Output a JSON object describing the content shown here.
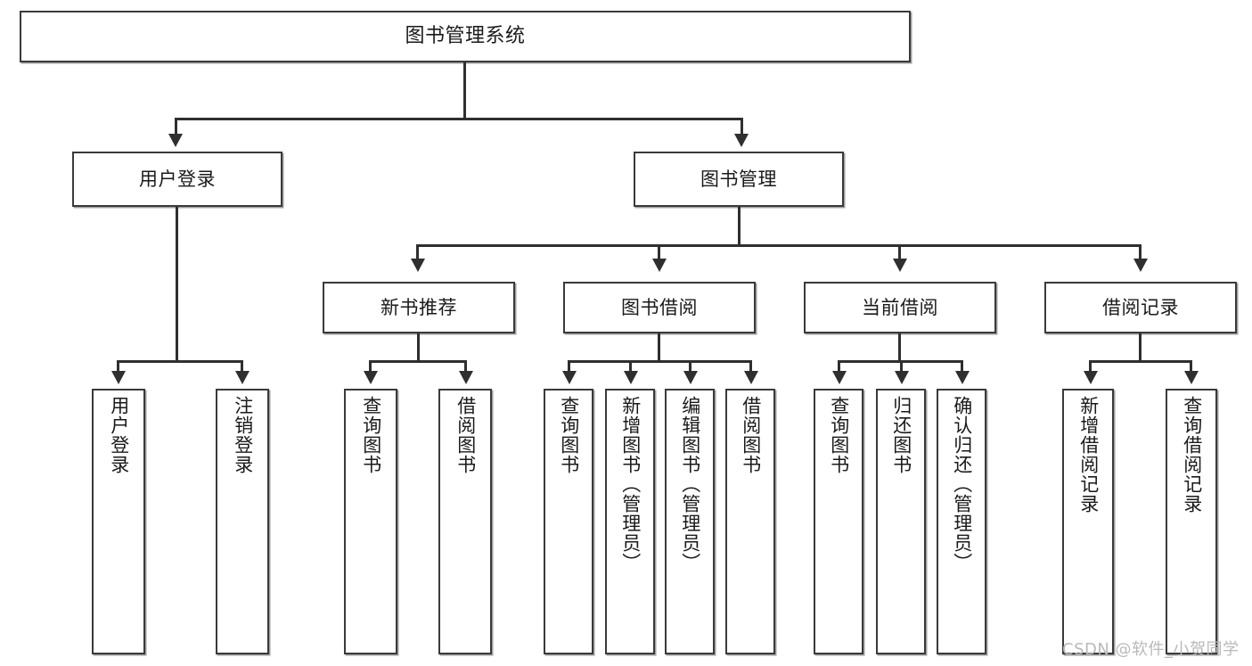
{
  "diagram": {
    "title": "图书管理系统",
    "type": "functional-structure-tree",
    "watermark": "CSDN @软件_小贺同学",
    "accent_color": "#3a3a3a",
    "line_color": "#2f2f2f",
    "background_color": "#ffffff"
  },
  "nodes": {
    "root": {
      "label": "图书管理系统"
    },
    "level2": [
      {
        "label": "用户登录"
      },
      {
        "label": "图书管理"
      }
    ],
    "level3": [
      {
        "label": "新书推荐"
      },
      {
        "label": "图书借阅"
      },
      {
        "label": "当前借阅"
      },
      {
        "label": "借阅记录"
      }
    ],
    "leaves_user_login": [
      {
        "label": "用户登录"
      },
      {
        "label": "注销登录"
      }
    ],
    "leaves_new_books": [
      {
        "label": "查询图书"
      },
      {
        "label": "借阅图书"
      }
    ],
    "leaves_book_borrow": [
      {
        "label": "查询图书"
      },
      {
        "label": "新增图书（管理员）"
      },
      {
        "label": "编辑图书（管理员）"
      },
      {
        "label": "借阅图书"
      }
    ],
    "leaves_current_borrow": [
      {
        "label": "查询图书"
      },
      {
        "label": "归还图书"
      },
      {
        "label": "确认归还（管理员）"
      }
    ],
    "leaves_borrow_records": [
      {
        "label": "新增借阅记录"
      },
      {
        "label": "查询借阅记录"
      }
    ]
  }
}
